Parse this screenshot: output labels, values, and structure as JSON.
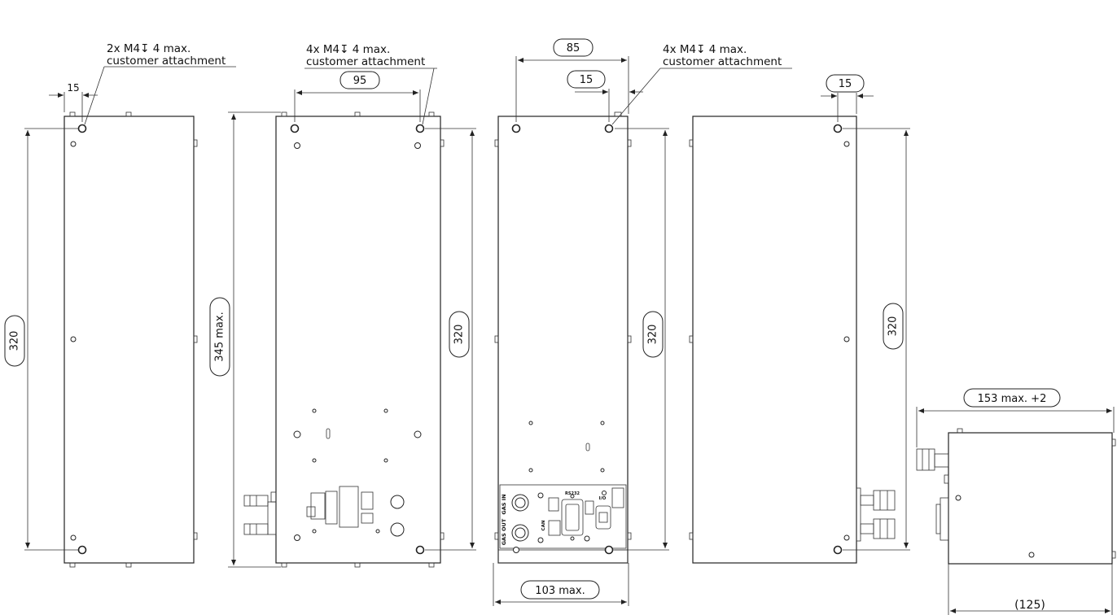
{
  "callouts": {
    "view1": {
      "line1": "2x M4↧ 4 max.",
      "line2": "customer attachment"
    },
    "view2": {
      "line1": "4x M4↧ 4 max.",
      "line2": "customer attachment"
    },
    "view3": {
      "line1": "4x M4↧ 4 max.",
      "line2": "customer attachment"
    }
  },
  "dimensions": {
    "v1_hole_offset": "15",
    "v1_height": "320",
    "v2_total_height": "345 max.",
    "v2_hole_spacing": "95",
    "v2_height": "320",
    "v3_width_holes": "85",
    "v3_hole_offset": "15",
    "v3_height": "320",
    "v3_total_width": "103 max.",
    "v4_hole_offset": "15",
    "v4_height": "320",
    "v5_depth": "153 max. +2",
    "v5_body": "(125)"
  },
  "panel_labels": {
    "gas_in": "GAS IN",
    "gas_out": "GAS OUT",
    "can": "CAN",
    "rs232": "RS232",
    "io": "I/O"
  }
}
